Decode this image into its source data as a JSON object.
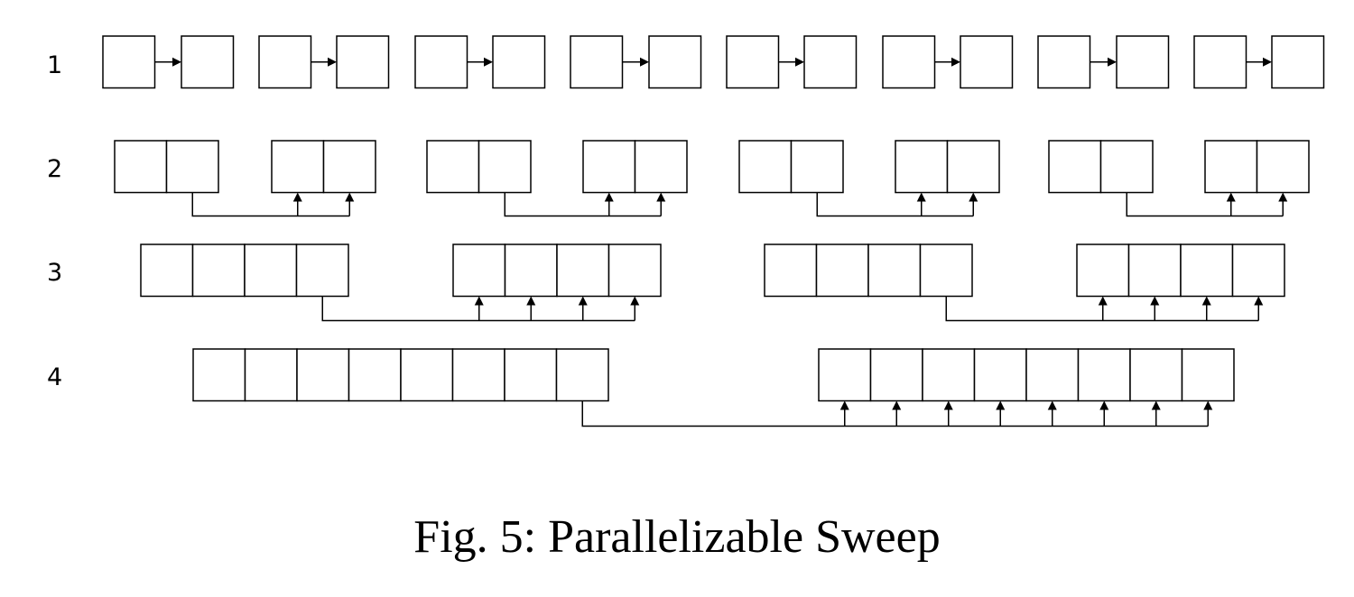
{
  "figure": {
    "caption": "Fig. 5: Parallelizable Sweep",
    "colors": {
      "stroke": "#000000",
      "background": "#ffffff"
    }
  },
  "rows": [
    {
      "label": "1",
      "block_size": 1,
      "pair_count": 8
    },
    {
      "label": "2",
      "block_size": 2,
      "pair_count": 4
    },
    {
      "label": "3",
      "block_size": 4,
      "pair_count": 2
    },
    {
      "label": "4",
      "block_size": 8,
      "pair_count": 1
    }
  ]
}
